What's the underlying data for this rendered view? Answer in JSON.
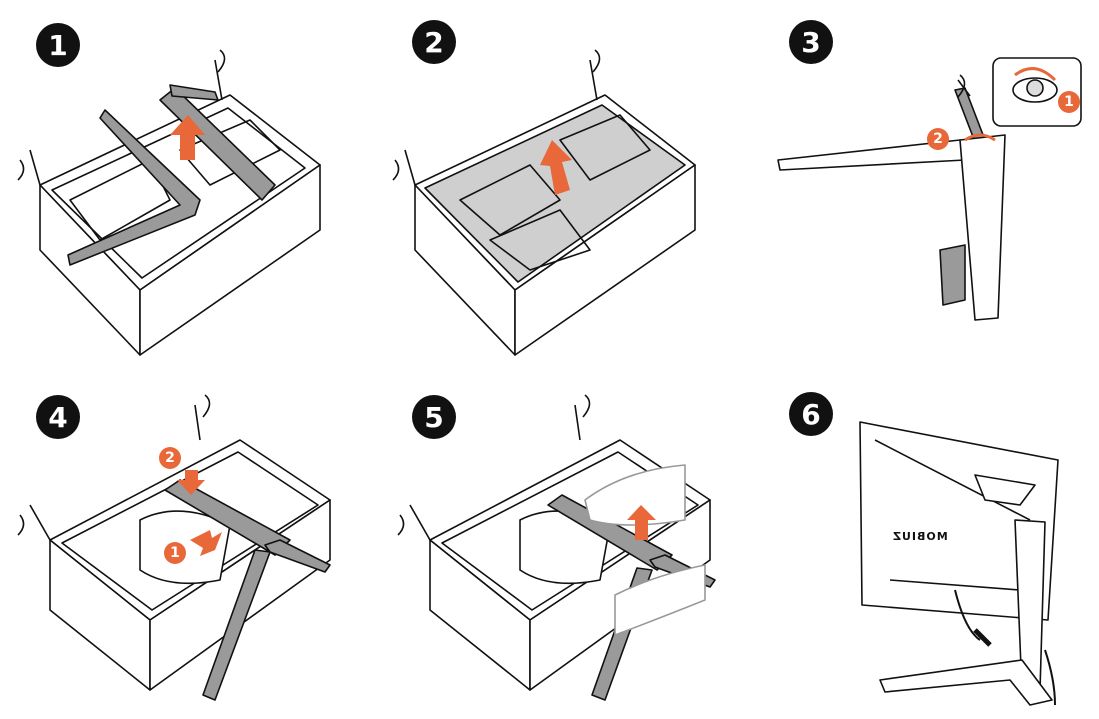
{
  "colors": {
    "accent": "#e8683a",
    "ink": "#111111",
    "tray": "#cfcfcf",
    "stand": "#9a9a9a"
  },
  "steps": [
    {
      "number": "1",
      "description_icon": "lift-stand-from-box-icon"
    },
    {
      "number": "2",
      "description_icon": "lift-foam-tray-icon"
    },
    {
      "number": "3",
      "description_icon": "attach-base-screw-icon"
    },
    {
      "number": "4",
      "description_icon": "mount-stand-to-monitor-icon"
    },
    {
      "number": "5",
      "description_icon": "lift-monitor-from-box-icon"
    },
    {
      "number": "6",
      "description_icon": "assembled-monitor-icon"
    }
  ],
  "sub_steps": {
    "step3": [
      "1",
      "2"
    ],
    "step4": [
      "1",
      "2"
    ]
  },
  "brand_mark": "MOBIUZ"
}
